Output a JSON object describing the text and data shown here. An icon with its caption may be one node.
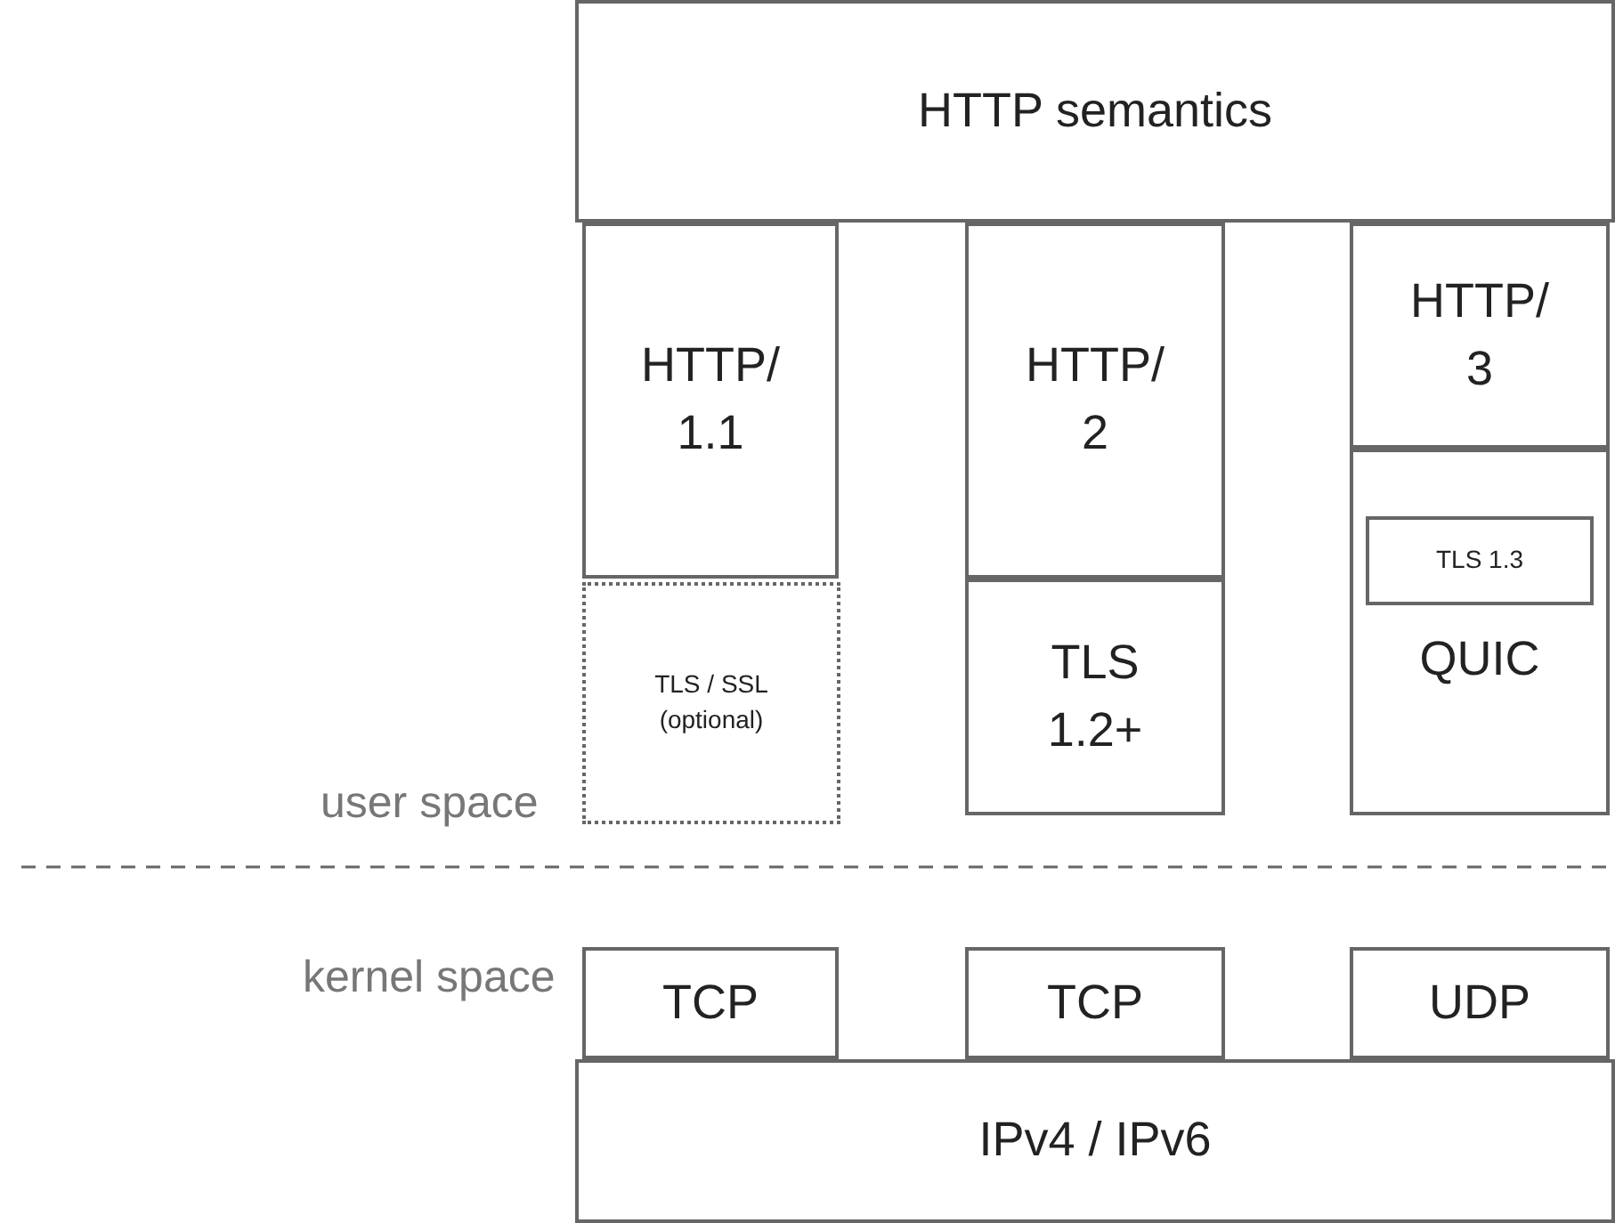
{
  "diagram": {
    "nodes": [
      {
        "text": [
          "HTTP semantics"
        ]
      },
      {
        "text": [
          "HTTP/ 1.1"
        ]
      },
      {
        "text": [
          "HTTP/ 2"
        ]
      },
      {
        "text": [
          "HTTP/ 3"
        ]
      },
      {
        "text": [
          "TLS / SSL (optional)"
        ]
      },
      {
        "text": [
          "TLS 1.2+"
        ]
      },
      {
        "text": [
          "QUIC"
        ]
      },
      {
        "text": [
          "TLS 1.3"
        ],
        "in": 6
      },
      {
        "text": [
          "TCP"
        ]
      },
      {
        "text": [
          "TCP"
        ]
      },
      {
        "text": [
          "UDP"
        ]
      },
      {
        "text": [
          "IPv4 / IPv6"
        ]
      }
    ],
    "labels": [
      "user space",
      "kernel space"
    ]
  }
}
